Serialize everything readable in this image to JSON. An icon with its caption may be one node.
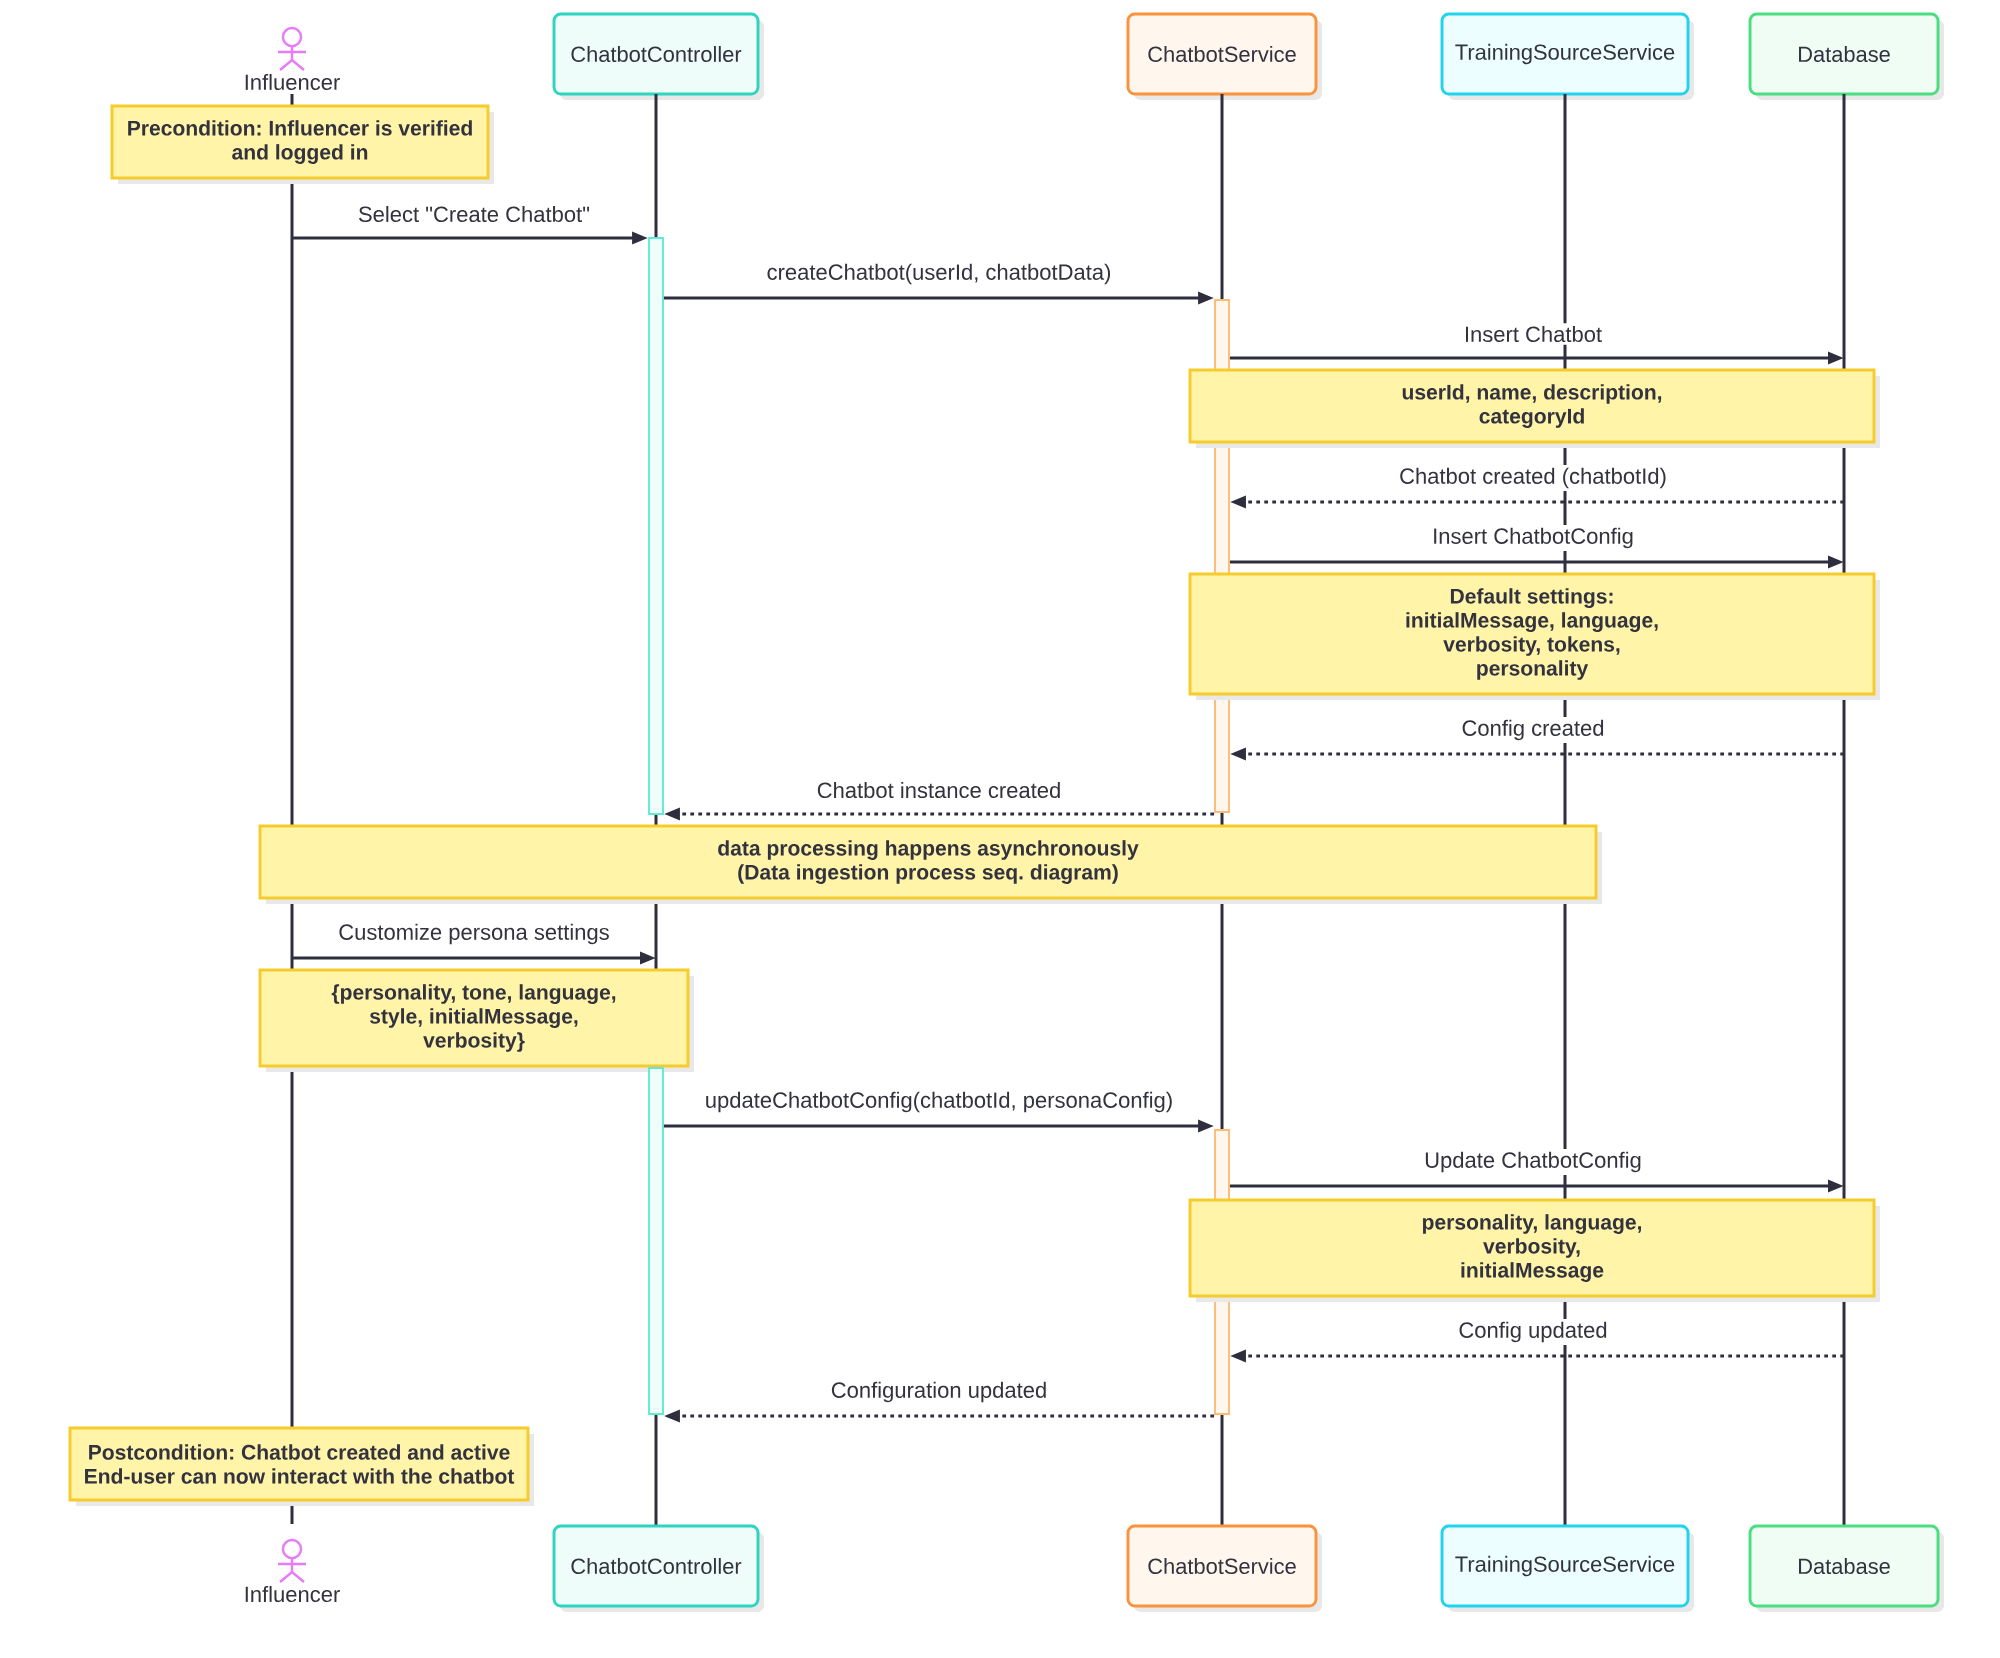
{
  "diagram": {
    "nodes": [
      {
        "text": [
          "Influencer"
        ]
      },
      {
        "text": [
          "ChatbotController"
        ]
      },
      {
        "text": [
          "ChatbotService"
        ]
      },
      {
        "text": [
          "TrainingSourceService"
        ]
      },
      {
        "text": [
          "Database"
        ]
      },
      {
        "text": [],
        "shape": "line"
      },
      {
        "text": [],
        "shape": "line"
      },
      {
        "text": [],
        "shape": "line"
      },
      {
        "text": [],
        "shape": "line"
      },
      {
        "text": [],
        "shape": "line"
      },
      {
        "text": [
          "Precondition: Influencer is verified and logged in"
        ]
      },
      {
        "text": [],
        "shape": "bar"
      },
      {
        "text": [],
        "shape": "bar"
      },
      {
        "text": [
          "userId, name, description, categoryId"
        ]
      },
      {
        "text": [
          "Default settings: initialMessage, language, verbosity, tokens, personality"
        ]
      },
      {
        "text": [
          "data processing happens asynchronously (Data ingestion process seq. diagram)"
        ]
      },
      {
        "text": [
          "{personality, tone, language, style, initialMessage, verbosity}"
        ]
      },
      {
        "text": [],
        "shape": "bar"
      },
      {
        "text": [],
        "shape": "bar"
      },
      {
        "text": [
          "personality, language, verbosity, initialMessage"
        ]
      },
      {
        "text": [
          "Postcondition: Chatbot created and active End-user can now interact with the chatbot"
        ]
      },
      {
        "text": [
          "Influencer"
        ]
      },
      {
        "text": [
          "ChatbotController"
        ]
      },
      {
        "text": [
          "ChatbotService"
        ]
      },
      {
        "text": [
          "TrainingSourceService"
        ]
      },
      {
        "text": [
          "Database"
        ]
      }
    ],
    "edges": [
      {
        "from": 5,
        "to": 11,
        "arrow": "to",
        "label": "Select \"Create Chatbot\""
      },
      {
        "from": 11,
        "to": 12,
        "arrow": "to",
        "label": "createChatbot(userId, chatbotData)"
      },
      {
        "from": 12,
        "to": 9,
        "arrow": "to",
        "label": "Insert Chatbot"
      },
      {
        "from": 9,
        "to": 12,
        "arrow": "to",
        "label": "Chatbot created (chatbotId)",
        "style": "dashed"
      },
      {
        "from": 12,
        "to": 9,
        "arrow": "to",
        "label": "Insert ChatbotConfig"
      },
      {
        "from": 9,
        "to": 12,
        "arrow": "to",
        "label": "Config created",
        "style": "dashed"
      },
      {
        "from": 12,
        "to": 11,
        "arrow": "to",
        "label": "Chatbot instance created",
        "style": "dashed"
      },
      {
        "from": 5,
        "to": 6,
        "arrow": "to",
        "label": "Customize persona settings"
      },
      {
        "from": 17,
        "to": 18,
        "arrow": "to",
        "label": "updateChatbotConfig(chatbotId, personaConfig)"
      },
      {
        "from": 18,
        "to": 9,
        "arrow": "to",
        "label": "Update ChatbotConfig"
      },
      {
        "from": 9,
        "to": 18,
        "arrow": "to",
        "label": "Config updated",
        "style": "dashed"
      },
      {
        "from": 18,
        "to": 17,
        "arrow": "to",
        "label": "Configuration updated",
        "style": "dashed"
      }
    ]
  }
}
